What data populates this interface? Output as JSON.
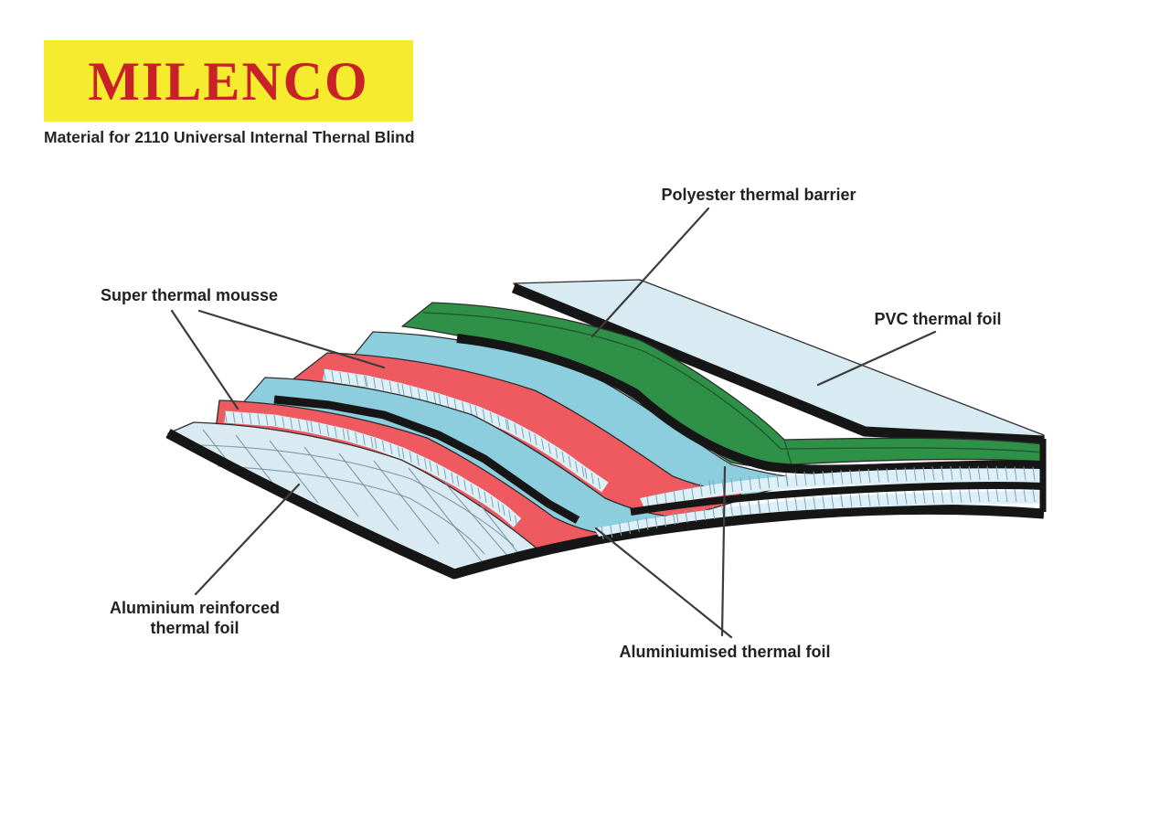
{
  "logo": {
    "brand": "MILENCO",
    "colors": {
      "bg": "#F6EC2F",
      "bg_light": "#FBF7A8",
      "text": "#C92128"
    }
  },
  "subtitle": {
    "text": "Material for 2110 Universal Internal Thernal Blind"
  },
  "diagram": {
    "labels": {
      "polyester": "Polyester thermal barrier",
      "mousse": "Super thermal mousse",
      "pvc": "PVC thermal foil",
      "reinforced_line1": "Aluminium reinforced",
      "reinforced_line2": "thermal foil",
      "aluminiumised": "Aluminiumised thermal foil"
    },
    "colors": {
      "mousse_red": "#EE5A5F",
      "aluminiumised_cyan": "#8CCEDE",
      "barrier_green": "#2F9147",
      "pvc_pale_blue": "#D8EBF3",
      "reinforced_pale_blue": "#D9EAF3",
      "foil_edge_pale": "#DDF0F8",
      "edge_black": "#161616",
      "hatch_line": "#7FA3B5",
      "grid_line": "#6F8C9B",
      "crease_green": "#1E5C31",
      "leader": "#3C3C3C",
      "label_text": "#242021"
    }
  }
}
